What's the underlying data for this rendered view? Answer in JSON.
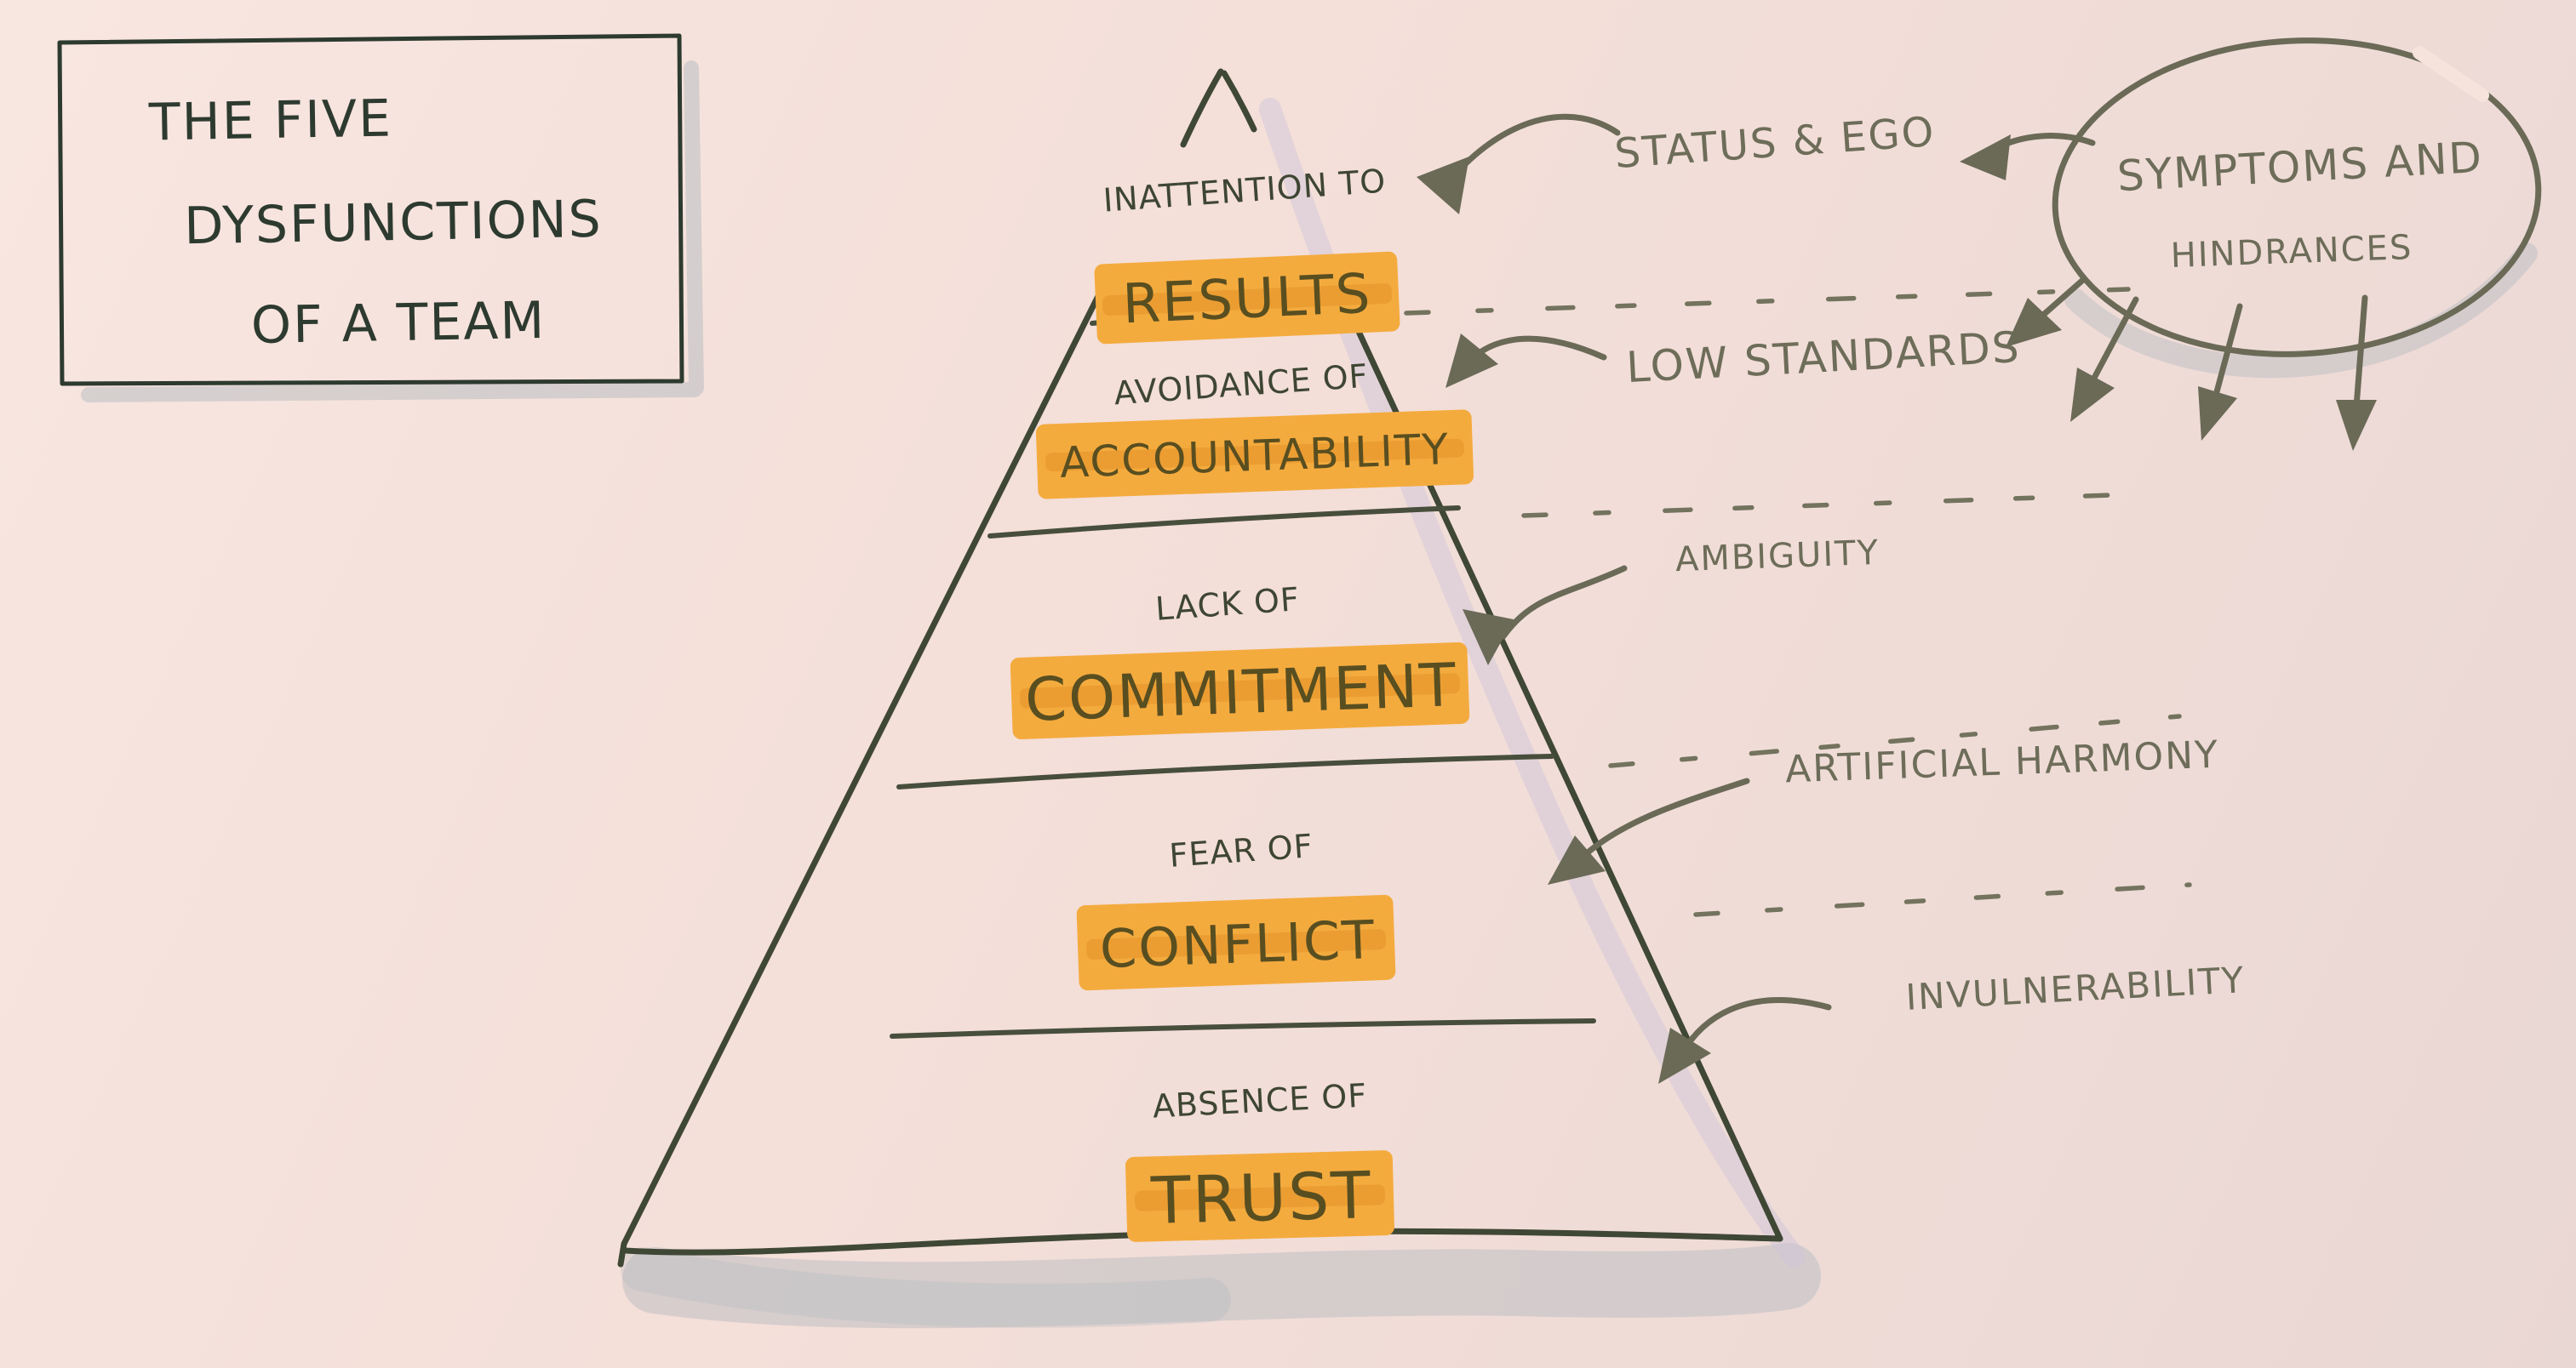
{
  "title": {
    "line1": "THE FIVE",
    "line2": "DYSFUNCTIONS",
    "line3": "OF A TEAM"
  },
  "pyramid": {
    "levels": [
      {
        "prefix": "INATTENTION TO",
        "word": "RESULTS"
      },
      {
        "prefix": "AVOIDANCE OF",
        "word": "ACCOUNTABILITY"
      },
      {
        "prefix": "LACK OF",
        "word": "COMMITMENT"
      },
      {
        "prefix": "FEAR OF",
        "word": "CONFLICT"
      },
      {
        "prefix": "ABSENCE OF",
        "word": "TRUST"
      }
    ]
  },
  "symptoms": {
    "bubble_line1": "SYMPTOMS AND",
    "bubble_line2": "HINDRANCES",
    "labels": {
      "results": "STATUS & EGO",
      "accountability": "LOW STANDARDS",
      "commitment": "AMBIGUITY",
      "conflict": "ARTIFICIAL HARMONY",
      "trust": "INVULNERABILITY"
    }
  },
  "colors": {
    "paper": "#f3ddd7",
    "ink": "#2d3a2f",
    "annotation_ink": "#6d6d59",
    "highlighter": "#f4ab3e",
    "shadow": "#aeb6bd"
  }
}
